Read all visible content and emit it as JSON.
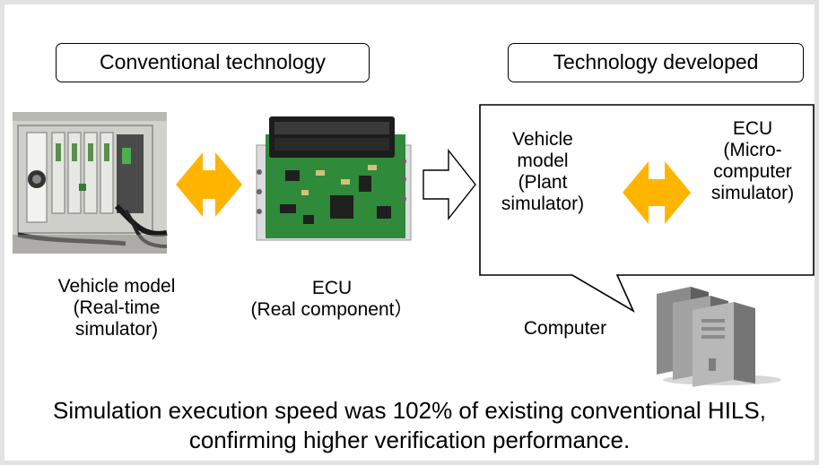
{
  "conventional": {
    "header": "Conventional technology",
    "vehicle_model_label": "Vehicle model\n(Real-time\nsimulator)",
    "ecu_label": "ECU\n(Real component）"
  },
  "developed": {
    "header": "Technology developed",
    "vehicle_model_label": "Vehicle\nmodel\n(Plant\nsimulator)",
    "ecu_label": "ECU\n(Micro-\ncomputer\nsimulator)",
    "computer_label": "Computer"
  },
  "summary": "Simulation execution speed was 102% of existing conventional HILS,\nconfirming higher verification performance.",
  "colors": {
    "background": "#e2e2e2",
    "arrow_orange": "#ffb400",
    "pcb_green": "#2f8a3a",
    "simulator_gray": "#c9c9c4"
  },
  "icons": [
    "real-time-simulator-photo",
    "ecu-board-photo",
    "double-arrow-icon",
    "right-arrow-icon",
    "server-computer-icon"
  ]
}
